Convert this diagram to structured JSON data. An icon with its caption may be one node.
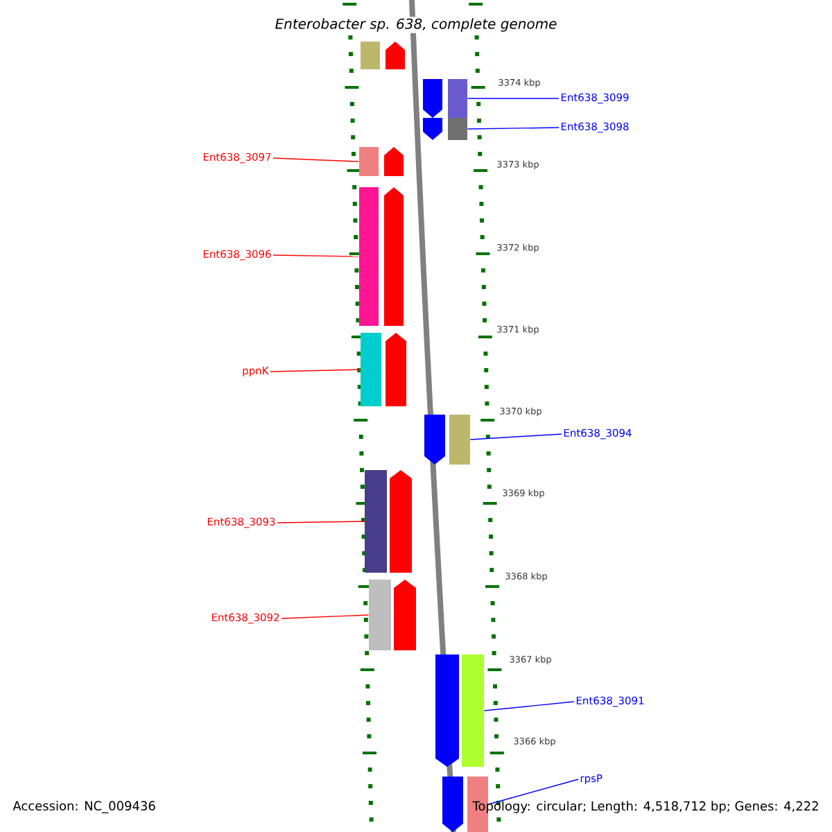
{
  "diagram": {
    "title": "Enterobacter sp. 638, complete genome",
    "nodes": [
      {
        "text": [
          "Ent638_3099"
        ]
      },
      {
        "text": [],
        "shape": "bar"
      },
      {
        "text": [
          "Ent638_3098"
        ]
      },
      {
        "text": [],
        "shape": "bar"
      },
      {
        "text": [
          "Ent638_3097"
        ]
      },
      {
        "text": [],
        "shape": "bar"
      },
      {
        "text": [
          "Ent638_3096"
        ]
      },
      {
        "text": [],
        "shape": "bar"
      },
      {
        "text": [
          "ppnK"
        ]
      },
      {
        "text": [],
        "shape": "bar"
      },
      {
        "text": [
          "Ent638_3094"
        ]
      },
      {
        "text": [],
        "shape": "bar"
      },
      {
        "text": [
          "Ent638_3093"
        ]
      },
      {
        "text": [],
        "shape": "bar"
      },
      {
        "text": [
          "Ent638_3092"
        ]
      },
      {
        "text": [],
        "shape": "bar"
      },
      {
        "text": [
          "Ent638_3091"
        ]
      },
      {
        "text": [],
        "shape": "bar"
      },
      {
        "text": [
          "rpsP"
        ]
      },
      {
        "text": [],
        "shape": "bar"
      }
    ],
    "edges": [
      {
        "from": 0,
        "to": 1,
        "arrow": "none",
        "color": "#0000ff"
      },
      {
        "from": 2,
        "to": 3,
        "arrow": "none",
        "color": "#0000ff"
      },
      {
        "from": 4,
        "to": 5,
        "arrow": "none",
        "color": "#ff0000"
      },
      {
        "from": 6,
        "to": 7,
        "arrow": "none",
        "color": "#ff0000"
      },
      {
        "from": 8,
        "to": 9,
        "arrow": "none",
        "color": "#ff0000"
      },
      {
        "from": 10,
        "to": 11,
        "arrow": "none",
        "color": "#0000ff"
      },
      {
        "from": 12,
        "to": 13,
        "arrow": "none",
        "color": "#ff0000"
      },
      {
        "from": 14,
        "to": 15,
        "arrow": "none",
        "color": "#ff0000"
      },
      {
        "from": 16,
        "to": 17,
        "arrow": "none",
        "color": "#0000ff"
      },
      {
        "from": 18,
        "to": 19,
        "arrow": "none",
        "color": "#0000ff"
      }
    ],
    "labels": [
      "3374 kbp",
      "3373 kbp",
      "3372 kbp",
      "3371 kbp",
      "3370 kbp",
      "3369 kbp",
      "3368 kbp",
      "3367 kbp",
      "3366 kbp",
      "Accession: NC_009436",
      "Topology: circular; Length: 4,518,712 bp; Genes: 4,222"
    ]
  }
}
